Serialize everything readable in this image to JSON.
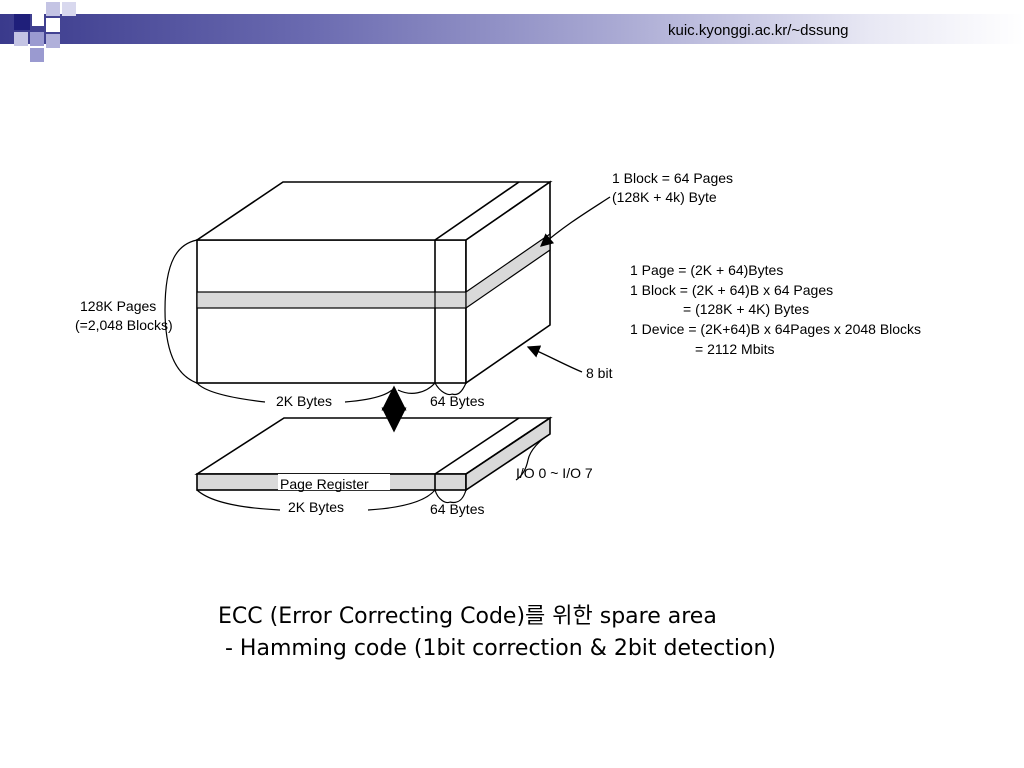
{
  "header": {
    "url": "kuic.kyonggi.ac.kr/~dssung"
  },
  "diagram": {
    "block_label_1": "1 Block = 64 Pages",
    "block_label_2": "(128K + 4k) Byte",
    "formulas": [
      "1 Page = (2K + 64)Bytes",
      "1 Block = (2K + 64)B x 64 Pages",
      "= (128K + 4K) Bytes",
      "1 Device = (2K+64)B x 64Pages x 2048 Blocks",
      "= 2112 Mbits"
    ],
    "pages_label_1": "128K Pages",
    "pages_label_2": "(=2,048 Blocks)",
    "bit_label": "8 bit",
    "data_bytes_top": "2K Bytes",
    "spare_bytes_top": "64 Bytes",
    "register_label": "Page Register",
    "data_bytes_bottom": "2K Bytes",
    "spare_bytes_bottom": "64 Bytes",
    "io_label": "I/O 0 ~ I/O 7"
  },
  "caption": {
    "line1": "ECC (Error Correcting Code)를 위한 spare area",
    "line2": " - Hamming code (1bit correction & 2bit detection)"
  },
  "colors": {
    "header_dark": "#3a3a8c",
    "logo_dark": "#1f1f7a",
    "logo_light": "#9a9ad0",
    "stripe_fill": "#d9d9d9"
  }
}
